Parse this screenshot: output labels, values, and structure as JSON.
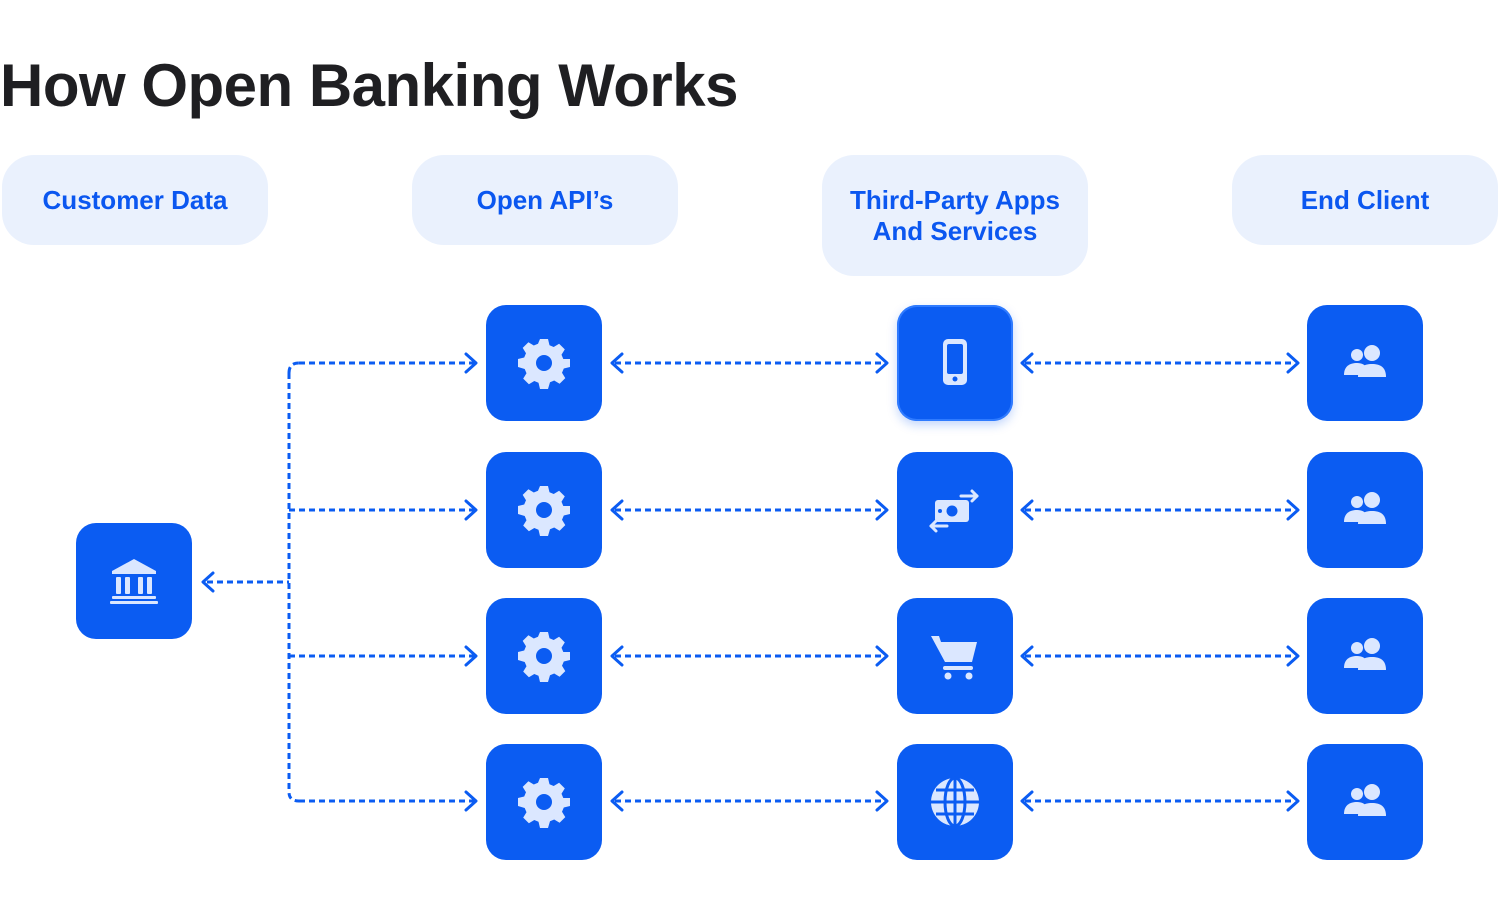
{
  "title": "How Open Banking Works",
  "columns": {
    "customer_data": "Customer Data",
    "open_apis": "Open API’s",
    "third_party_line1": "Third-Party Apps",
    "third_party_line2": "And Services",
    "end_client": "End Client"
  },
  "icons": {
    "source": "bank-icon",
    "api": "gear-icon",
    "apps": [
      "mobile-phone-icon",
      "money-transfer-icon",
      "shopping-cart-icon",
      "globe-icon"
    ],
    "client": "users-icon"
  },
  "colors": {
    "accent": "#0b5cf2",
    "label_text": "#0b57f0",
    "pill_bg": "#eaf1fd",
    "title_text": "#1f1f22",
    "icon_fill": "#dbe7ff"
  }
}
